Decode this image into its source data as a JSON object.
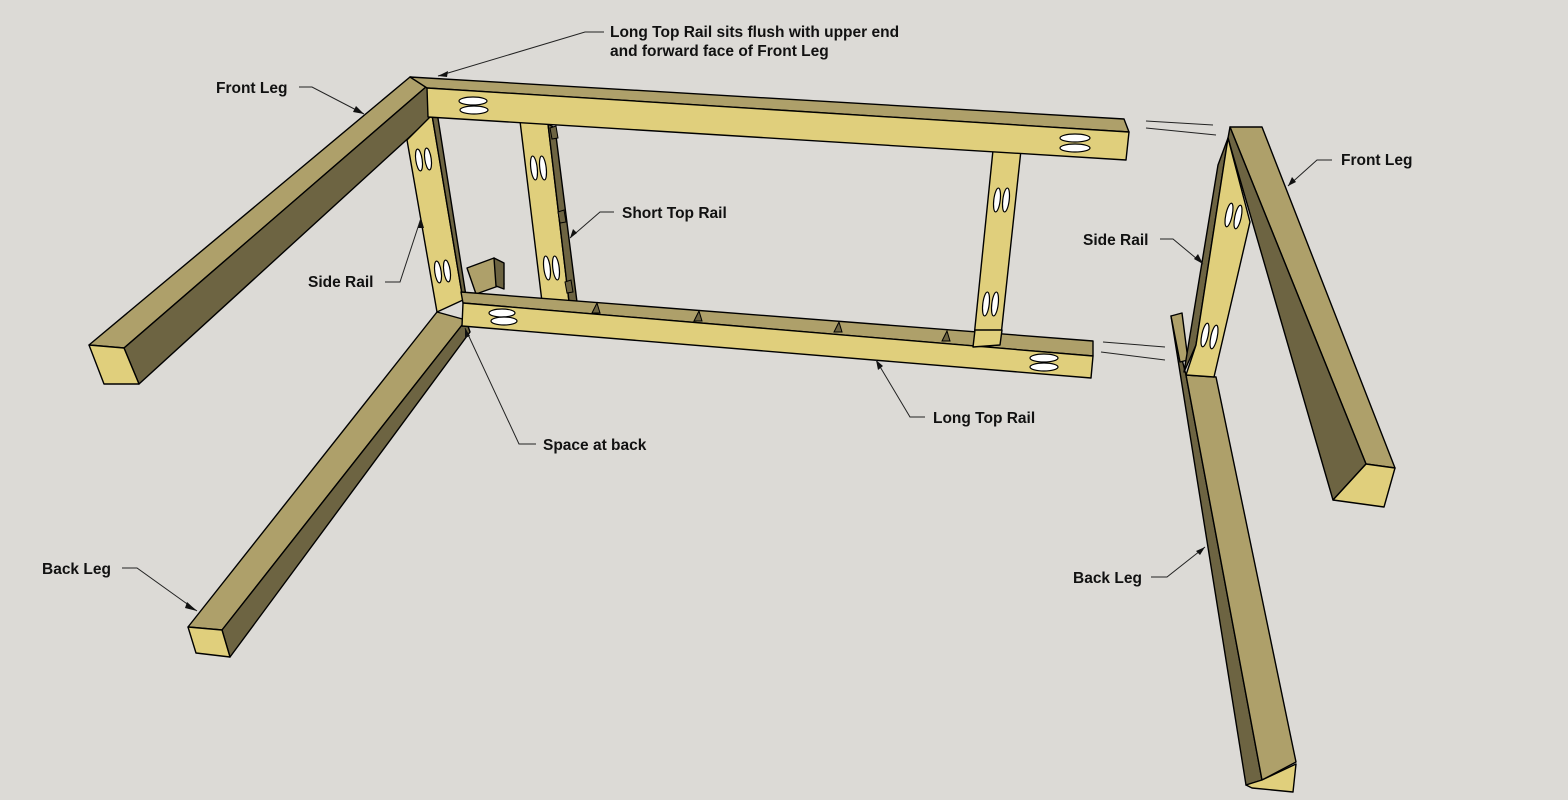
{
  "colors": {
    "background": "#dcdad6",
    "wood_light": "#e0cf7c",
    "wood_mid": "#aea06a",
    "wood_dark": "#6d6442",
    "outline": "#000000"
  },
  "labels": {
    "long_top_rail_note_line1": "Long Top Rail sits flush with upper end",
    "long_top_rail_note_line2": "and forward face of Front Leg",
    "front_leg_left": "Front Leg",
    "front_leg_right": "Front Leg",
    "short_top_rail": "Short Top Rail",
    "side_rail_left": "Side Rail",
    "side_rail_right": "Side Rail",
    "space_at_back": "Space at back",
    "long_top_rail_bottom": "Long Top Rail",
    "back_leg_left": "Back Leg",
    "back_leg_right": "Back Leg"
  }
}
